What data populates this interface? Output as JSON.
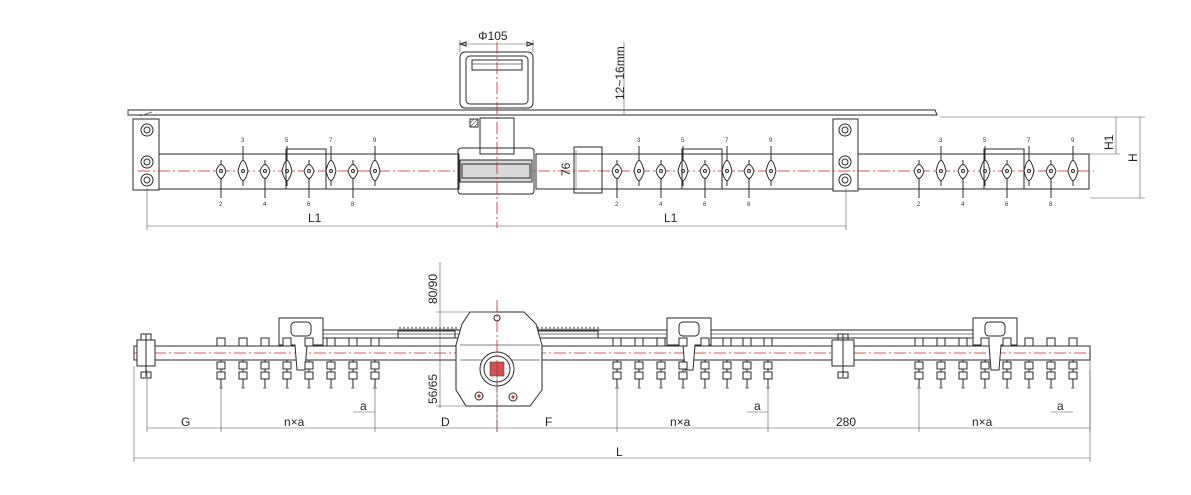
{
  "top_view": {
    "motor_diameter_label": "Φ105",
    "gap_label": "12~16mm",
    "height_label": "76",
    "h1_label": "H1",
    "h_label": "H",
    "span_left_label": "L1",
    "span_right_label": "L1",
    "tooth_numbers_top": [
      "3",
      "5",
      "7",
      "9"
    ],
    "tooth_numbers_bottom": [
      "2",
      "4",
      "6",
      "8"
    ]
  },
  "front_view": {
    "upper_height_label": "80/90",
    "lower_height_label": "56/65",
    "label_g": "G",
    "label_nxa_1": "n×a",
    "label_nxa_2": "n×a",
    "label_nxa_3": "n×a",
    "label_a_1": "a",
    "label_a_2": "a",
    "label_a_3": "a",
    "label_d": "D",
    "label_f": "F",
    "label_280": "280",
    "label_total": "L"
  },
  "colors": {
    "centerline": "#d42020",
    "outline": "#2a2a2a"
  }
}
